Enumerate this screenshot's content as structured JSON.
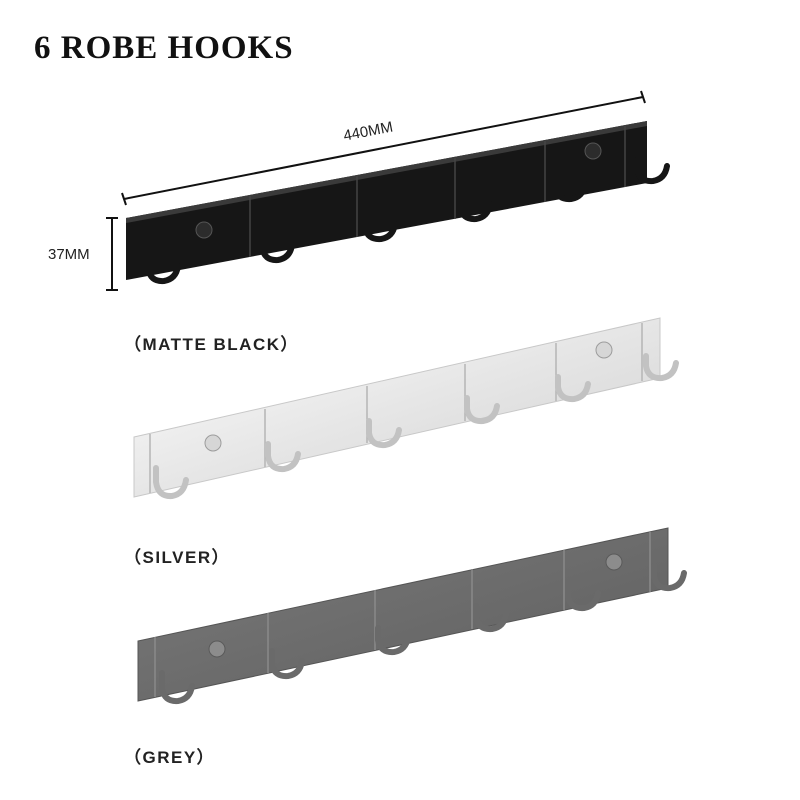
{
  "title": "6 ROBE HOOKS",
  "dimensions": {
    "length": "440MM",
    "height": "37MM"
  },
  "variants": [
    {
      "label": "（MATTE BLACK）",
      "color": "#161616"
    },
    {
      "label": "（SILVER）",
      "color": "#e9e9e9"
    },
    {
      "label": "（GREY）",
      "color": "#6e6e6e"
    }
  ],
  "hook_count": 6
}
